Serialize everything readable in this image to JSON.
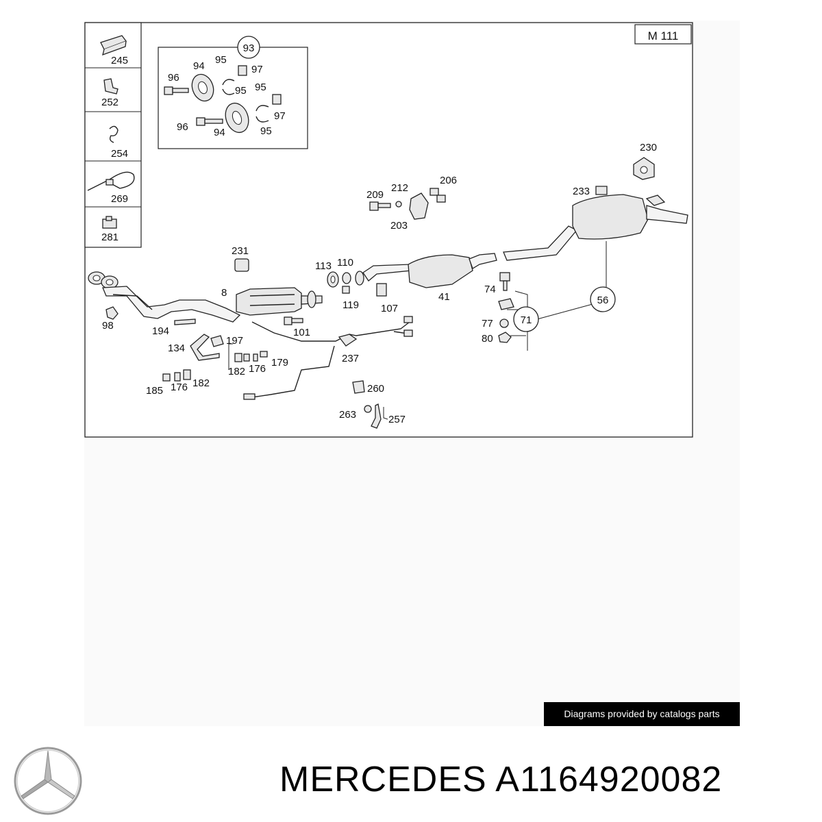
{
  "diagram": {
    "model_code": "M 111",
    "watermark": "Diagrams provided by catalogs parts",
    "legend_items": [
      "245",
      "252",
      "254",
      "269",
      "281"
    ],
    "inset_group": "93",
    "inset_labels": [
      "94",
      "95",
      "96",
      "97",
      "95",
      "95",
      "95",
      "96",
      "94",
      "97",
      "95"
    ],
    "part_labels": [
      "230",
      "206",
      "209",
      "212",
      "233",
      "203",
      "231",
      "113",
      "110",
      "8",
      "119",
      "107",
      "41",
      "74",
      "56",
      "98",
      "194",
      "101",
      "197",
      "134",
      "77",
      "71",
      "80",
      "237",
      "179",
      "182",
      "176",
      "185",
      "176",
      "182",
      "260",
      "263",
      "257"
    ]
  },
  "caption": {
    "brand": "MERCEDES",
    "part_number": "A1164920082"
  },
  "icons": {
    "logo": "mercedes-star-icon"
  }
}
